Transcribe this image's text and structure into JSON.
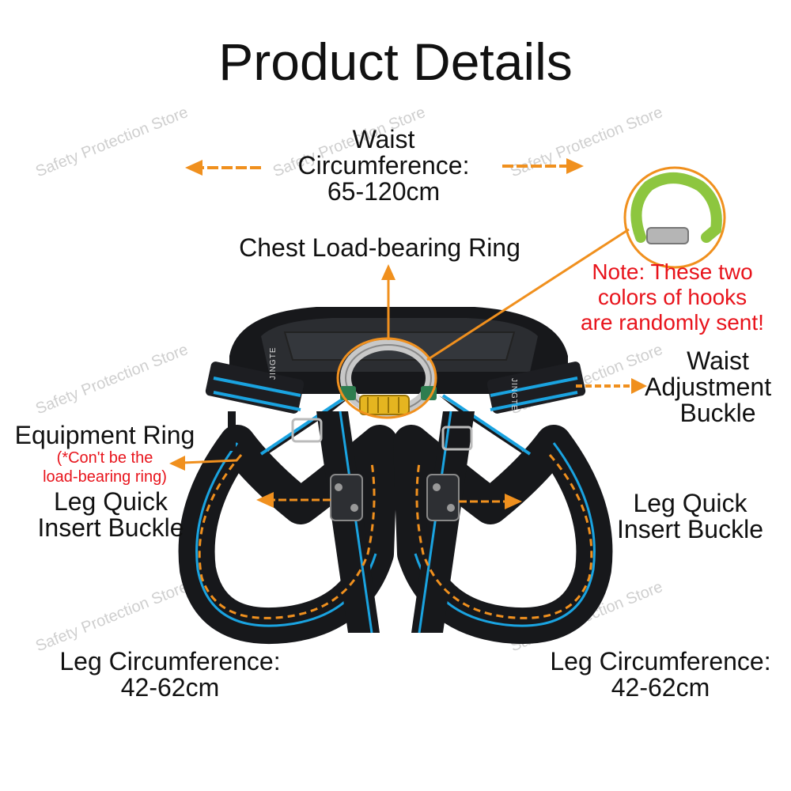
{
  "title": "Product Details",
  "watermark": "Safety Protection Store",
  "labels": {
    "waist_1": "Waist",
    "waist_2": "Circumference:",
    "waist_3": "65-120cm",
    "chest_ring": "Chest Load-bearing Ring",
    "note_1": "Note: These two",
    "note_2": "colors of hooks",
    "note_3": "are randomly sent!",
    "waist_adj_1": "Waist",
    "waist_adj_2": "Adjustment",
    "waist_adj_3": "Buckle",
    "equip_ring": "Equipment Ring",
    "equip_note_1": "(*Con't be the",
    "equip_note_2": "load-bearing ring)",
    "leg_left_1": "Leg Quick",
    "leg_left_2": "Insert Buckle",
    "leg_right_1": "Leg Quick",
    "leg_right_2": "Insert Buckle",
    "legcirc_left_1": "Leg Circumference:",
    "legcirc_left_2": "42-62cm",
    "legcirc_right_1": "Leg Circumference:",
    "legcirc_right_2": "42-62cm",
    "strap_brand": "JINGTE"
  },
  "colors": {
    "arrow": "#f0901e",
    "note": "#e8141c",
    "strap": "#17181b",
    "stripe": "#1aa3e0",
    "carabiner_gold": "#e5b520",
    "hook_green": "#8dc63f"
  }
}
